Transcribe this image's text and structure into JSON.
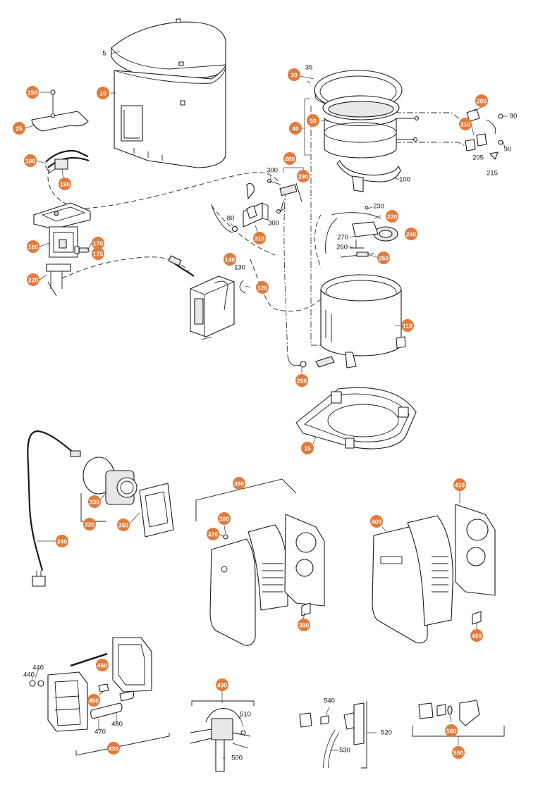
{
  "colors": {
    "callout": "#e07b3c",
    "line": "#1a1a1a"
  },
  "callouts": [
    {
      "label": "150"
    },
    {
      "label": "25"
    },
    {
      "label": "10"
    },
    {
      "label": "180"
    },
    {
      "label": "190"
    },
    {
      "label": "160"
    },
    {
      "label": "170"
    },
    {
      "label": "175"
    },
    {
      "label": "220"
    },
    {
      "label": "30"
    },
    {
      "label": "40"
    },
    {
      "label": "50"
    },
    {
      "label": "200"
    },
    {
      "label": "210"
    },
    {
      "label": "280"
    },
    {
      "label": "290"
    },
    {
      "label": "310"
    },
    {
      "label": "140"
    },
    {
      "label": "120"
    },
    {
      "label": "220"
    },
    {
      "label": "240"
    },
    {
      "label": "250"
    },
    {
      "label": "110"
    },
    {
      "label": "250"
    },
    {
      "label": "15"
    },
    {
      "label": "330"
    },
    {
      "label": "320"
    },
    {
      "label": "350"
    },
    {
      "label": "340"
    },
    {
      "label": "360"
    },
    {
      "label": "380"
    },
    {
      "label": "370"
    },
    {
      "label": "390"
    },
    {
      "label": "400"
    },
    {
      "label": "410"
    },
    {
      "label": "420"
    },
    {
      "label": "460"
    },
    {
      "label": "450"
    },
    {
      "label": "430"
    },
    {
      "label": "490"
    },
    {
      "label": "560"
    },
    {
      "label": "550"
    }
  ],
  "labels": [
    {
      "text": "5"
    },
    {
      "text": "35"
    },
    {
      "text": "90"
    },
    {
      "text": "90"
    },
    {
      "text": "205"
    },
    {
      "text": "215"
    },
    {
      "text": "100"
    },
    {
      "text": "300"
    },
    {
      "text": "300"
    },
    {
      "text": "80"
    },
    {
      "text": "230"
    },
    {
      "text": "270"
    },
    {
      "text": "260"
    },
    {
      "text": "130"
    },
    {
      "text": "440"
    },
    {
      "text": "440"
    },
    {
      "text": "470"
    },
    {
      "text": "480"
    },
    {
      "text": "510"
    },
    {
      "text": "500"
    },
    {
      "text": "540"
    },
    {
      "text": "520"
    },
    {
      "text": "530"
    }
  ]
}
